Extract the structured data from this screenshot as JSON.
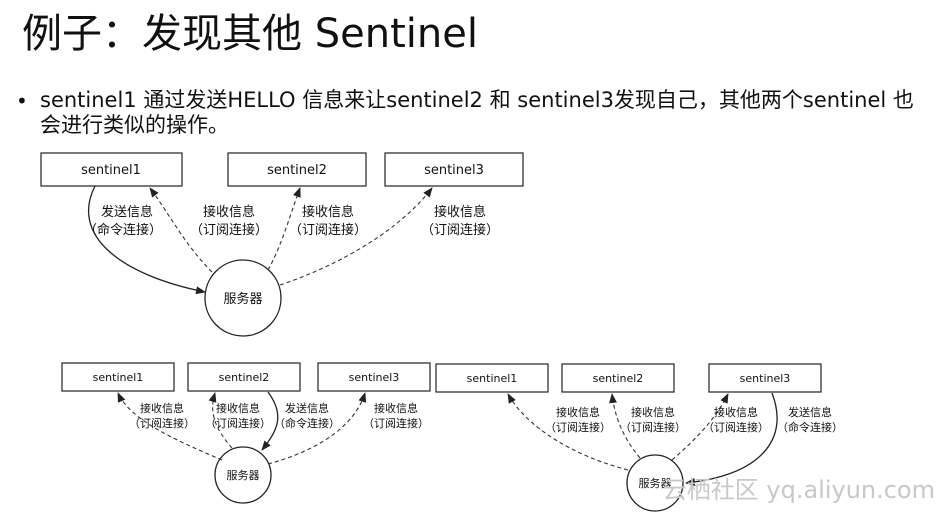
{
  "title": "例子：发现其他 Sentinel",
  "bullet": "sentinel1 通过发送HELLO 信息来让sentinel2 和 sentinel3发现自己，其他两个sentinel 也会进行类似的操作。",
  "nodes": {
    "sentinel1": "sentinel1",
    "sentinel2": "sentinel2",
    "sentinel3": "sentinel3",
    "server": "服务器"
  },
  "labels": {
    "send_line1": "发送信息",
    "send_line2": "（命令连接）",
    "recv_line1": "接收信息",
    "recv_line2": "（订阅连接）"
  },
  "watermark": "云栖社区 yq.aliyun.com"
}
